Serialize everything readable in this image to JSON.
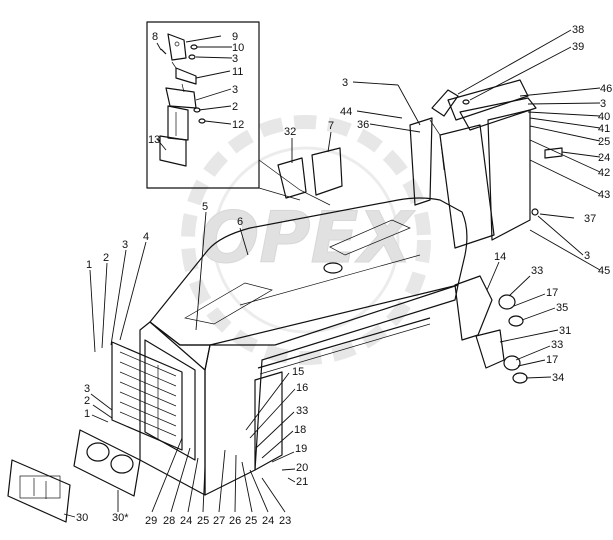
{
  "watermark": {
    "text": "OPEX",
    "color": "#cfcfcf"
  },
  "inset_callouts": [
    "8",
    "9",
    "10",
    "3",
    "11",
    "3",
    "2",
    "12",
    "13"
  ],
  "top_right_callouts": [
    "38",
    "39",
    "3",
    "46",
    "3",
    "40",
    "41",
    "25",
    "24",
    "42",
    "43",
    "44",
    "36",
    "37",
    "3",
    "45"
  ],
  "bracket_callouts": [
    "32",
    "7",
    "14",
    "33",
    "17",
    "35",
    "31",
    "33",
    "17",
    "34"
  ],
  "hood_callouts": [
    "5",
    "6",
    "4",
    "3",
    "2",
    "1",
    "3",
    "2",
    "1",
    "15",
    "16",
    "33",
    "18",
    "19",
    "20",
    "21"
  ],
  "bottom_callouts": [
    "30",
    "30*",
    "29",
    "28",
    "24",
    "25",
    "27",
    "26",
    "25",
    "24",
    "23"
  ]
}
